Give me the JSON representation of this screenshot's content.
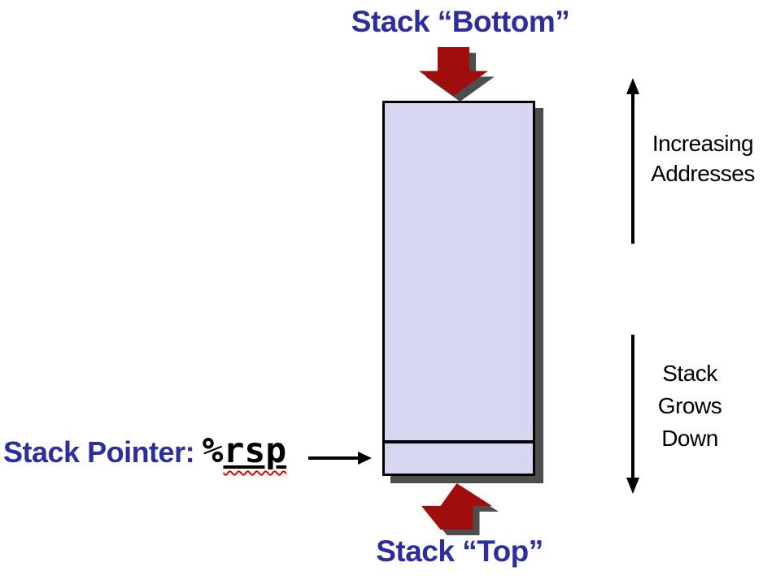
{
  "headings": {
    "stack_bottom": "Stack “Bottom”",
    "stack_top": "Stack “Top”"
  },
  "stack_pointer": {
    "label": "Stack Pointer: ",
    "register_prefix": "%",
    "register_name": "rsp"
  },
  "annotations": {
    "increasing_addresses": {
      "lines": [
        "Increasing",
        "Addresses"
      ]
    },
    "stack_grows_down": {
      "lines": [
        "Stack",
        "Grows",
        "Down"
      ]
    }
  },
  "colors": {
    "heading_blue": "#2B2E9B",
    "arrow_red": "#A00D0D",
    "arrow_shadow_gray": "#4D4D4D",
    "stack_fill": "#D7D6F0",
    "stack_border": "#000000",
    "annotation_black": "#000000",
    "squiggle_red": "#E00000"
  }
}
